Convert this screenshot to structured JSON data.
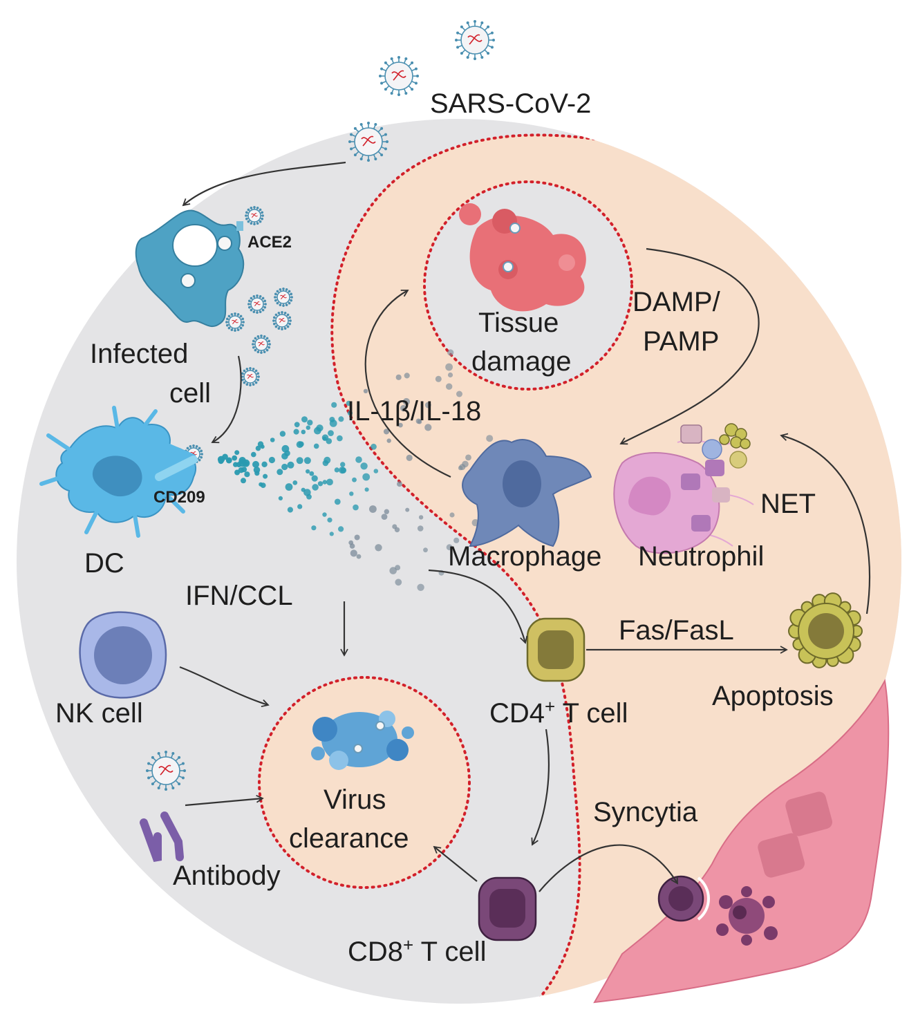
{
  "colors": {
    "outer_circle": "#e4e4e6",
    "inflamed_region": "#f8dfcb",
    "dashed_border": "#d2202a",
    "infected_cell": "#4ea2c4",
    "dc": "#5ab8e6",
    "nk_cell": "#a9b8e8",
    "macrophage": "#6f88b8",
    "neutrophil": "#e4a8d4",
    "cd4_t_cell": "#cfc062",
    "cd8_t_cell": "#7a4878",
    "apoptotic_cell": "#c8c258",
    "antibody": "#7b5ea8",
    "tissue": "#e96a72",
    "syncytia": "#ee94a6",
    "cytokine_dots": "#2a9ab0"
  },
  "labels": {
    "sars_cov_2": "SARS-CoV-2",
    "ace2": "ACE2",
    "infected_cell_line1": "Infected",
    "infected_cell_line2": "cell",
    "cd209": "CD209",
    "dc": "DC",
    "ifn_ccl": "IFN/CCL",
    "nk_cell": "NK cell",
    "antibody": "Antibody",
    "virus_clearance_line1": "Virus",
    "virus_clearance_line2": "clearance",
    "tissue_damage_line1": "Tissue",
    "tissue_damage_line2": "damage",
    "damp_pamp_line1": "DAMP/",
    "damp_pamp_line2": "PAMP",
    "il1b_il18": "IL-1β/IL-18",
    "net": "NET",
    "macrophage": "Macrophage",
    "neutrophil": "Neutrophil",
    "fas_fasl": "Fas/FasL",
    "apoptosis": "Apoptosis",
    "cd4_prefix": "CD4",
    "cd4_suffix": " T cell",
    "cd8_prefix": "CD8",
    "cd8_suffix": " T cell",
    "plus": "+",
    "syncytia": "Syncytia"
  },
  "icons": [
    "virus-icon",
    "infected-cell-icon",
    "dendritic-cell-icon",
    "nk-cell-icon",
    "antibody-icon",
    "macrophage-icon",
    "neutrophil-icon",
    "t-cell-icon",
    "apoptotic-cell-icon",
    "syncytium-icon"
  ]
}
